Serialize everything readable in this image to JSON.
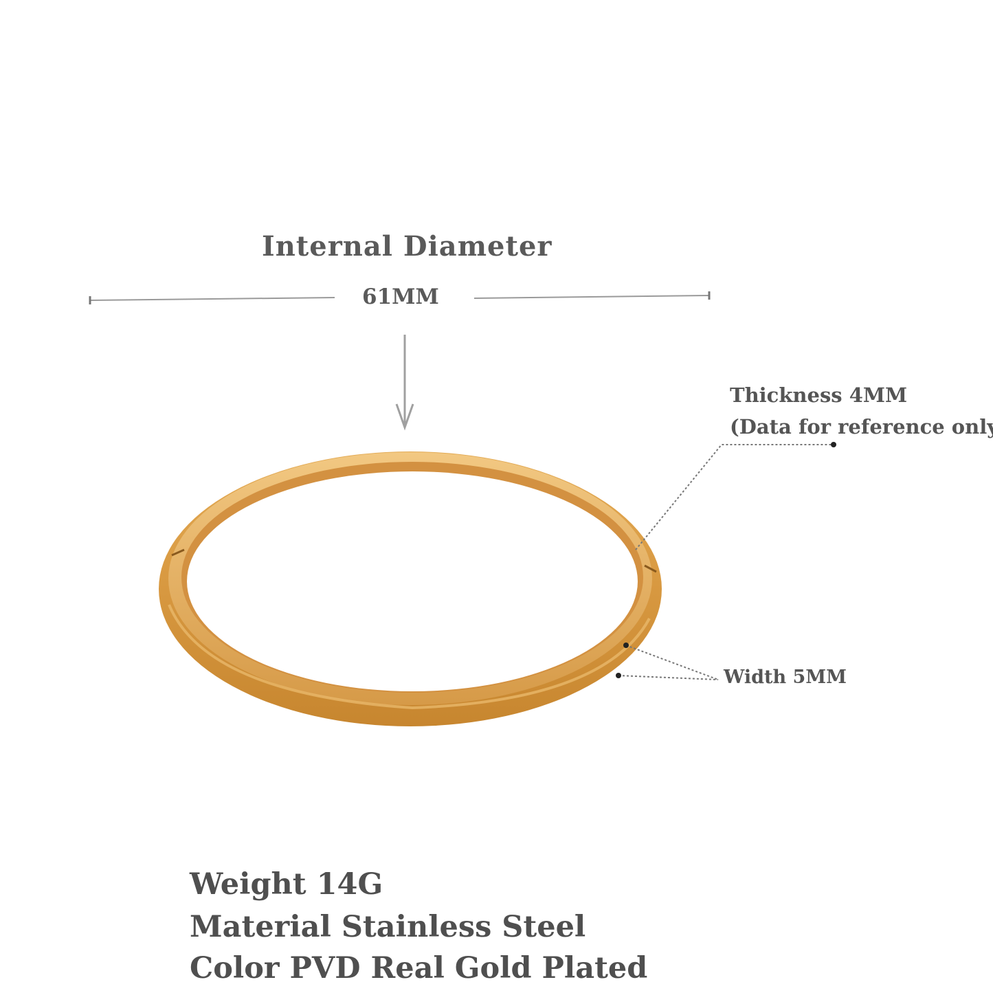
{
  "dimension": {
    "title": "Internal Diameter",
    "value": "61MM"
  },
  "callouts": {
    "thickness": "Thickness 4MM",
    "note": "(Data for reference only)",
    "width": "Width 5MM"
  },
  "specs": {
    "weight": "Weight 14G",
    "material": "Material Stainless Steel",
    "color": "Color PVD Real Gold Plated"
  },
  "colors": {
    "gold": "#d9a04a",
    "gold_dark": "#b87a2a",
    "gold_light": "#f0c77e",
    "line": "#8c8c8c",
    "text": "#555555"
  }
}
